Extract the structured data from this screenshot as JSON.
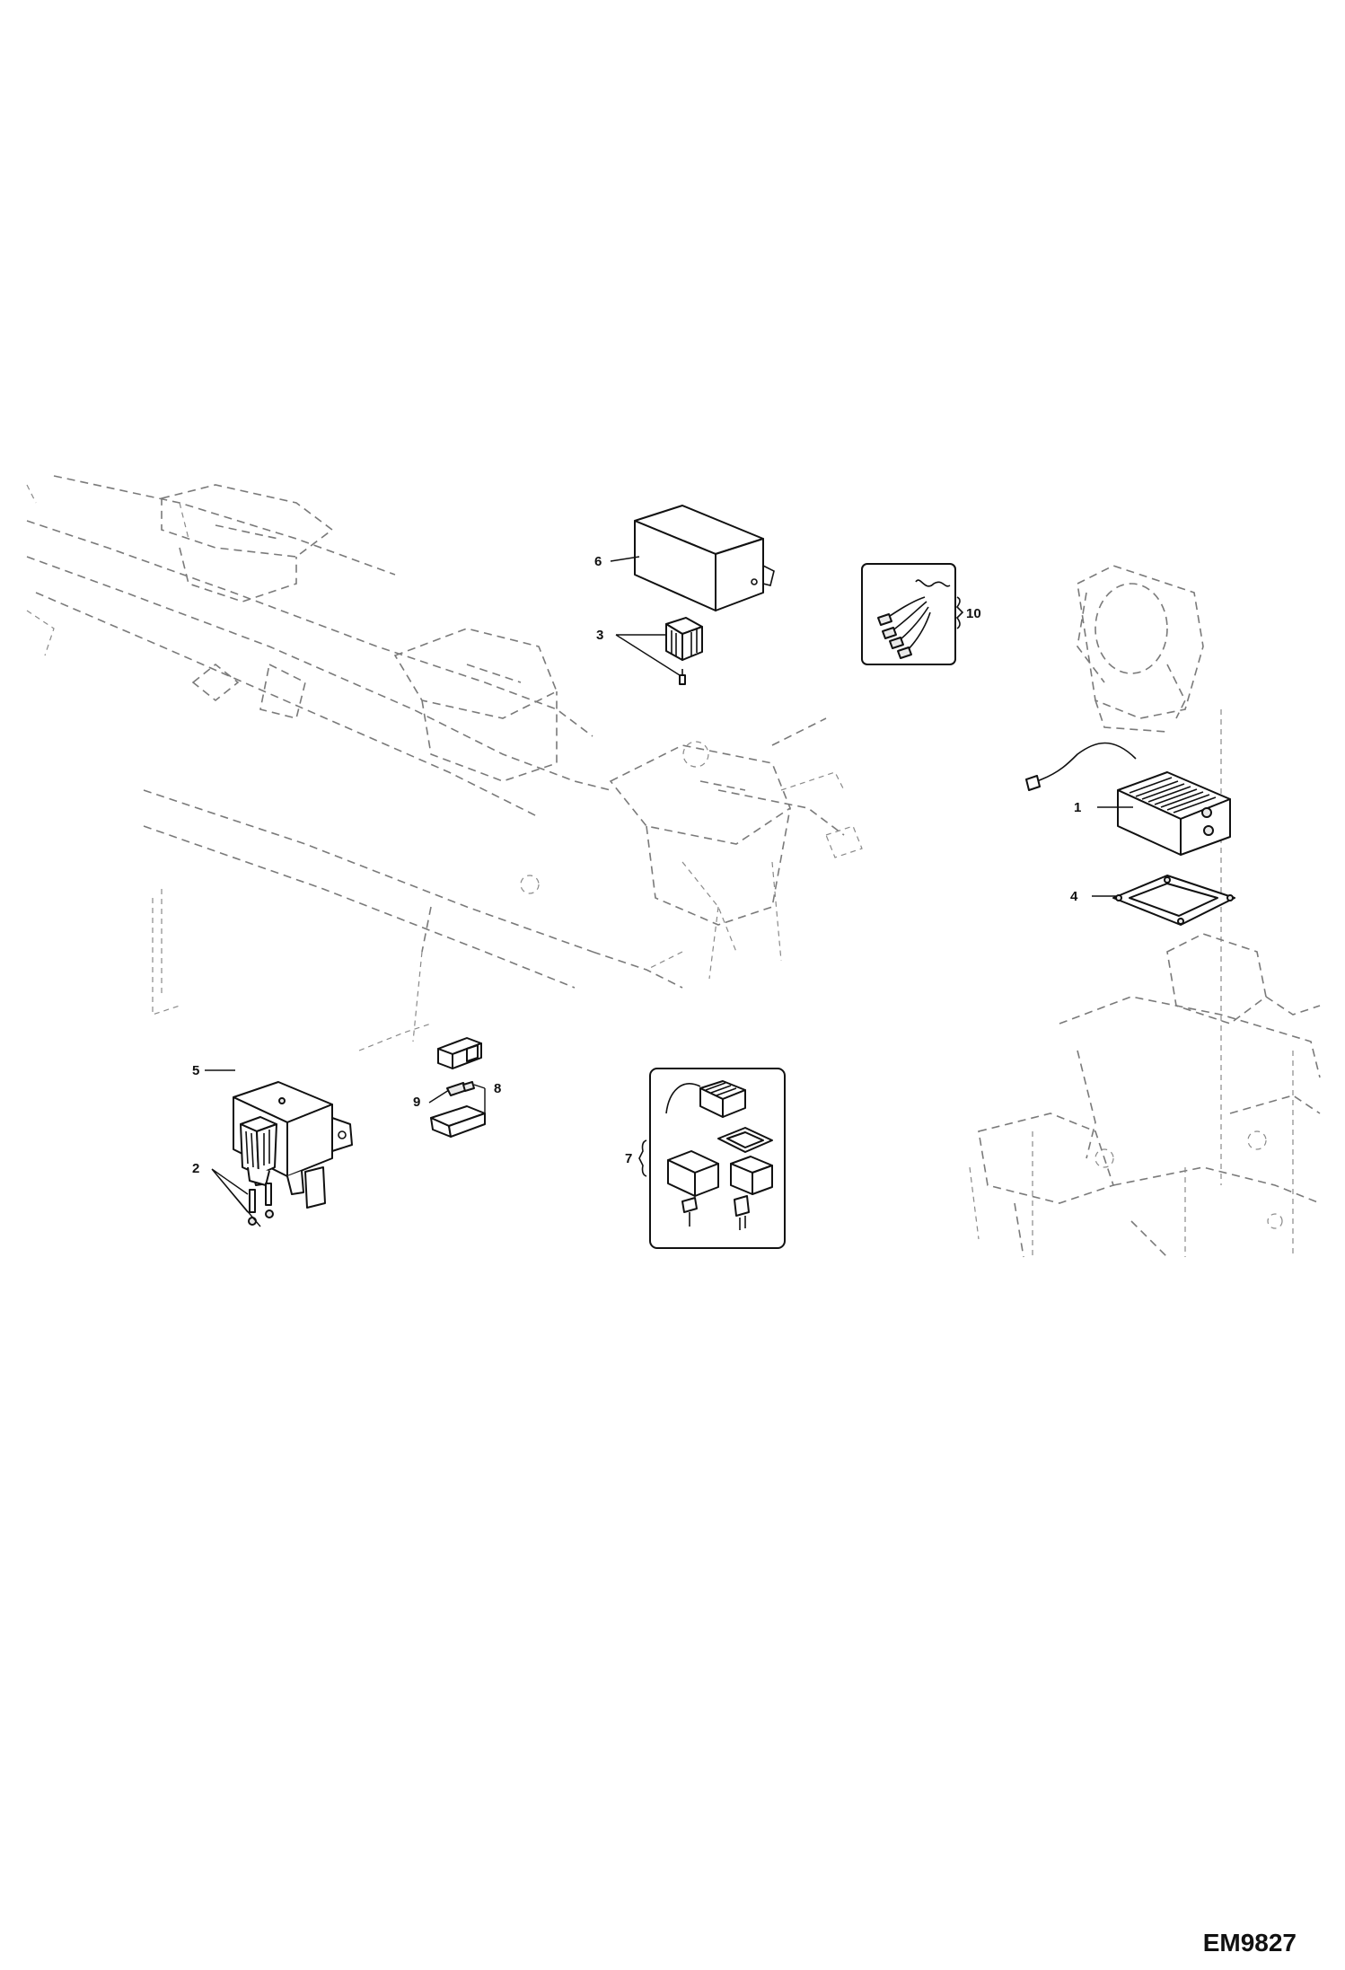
{
  "diagram": {
    "callouts": [
      {
        "id": "1",
        "label": "1"
      },
      {
        "id": "2",
        "label": "2"
      },
      {
        "id": "3",
        "label": "3"
      },
      {
        "id": "4",
        "label": "4"
      },
      {
        "id": "5",
        "label": "5"
      },
      {
        "id": "6",
        "label": "6"
      },
      {
        "id": "7",
        "label": "7"
      },
      {
        "id": "8",
        "label": "8"
      },
      {
        "id": "9",
        "label": "9"
      },
      {
        "id": "10",
        "label": "10"
      }
    ],
    "figure_code": "EM9827"
  }
}
